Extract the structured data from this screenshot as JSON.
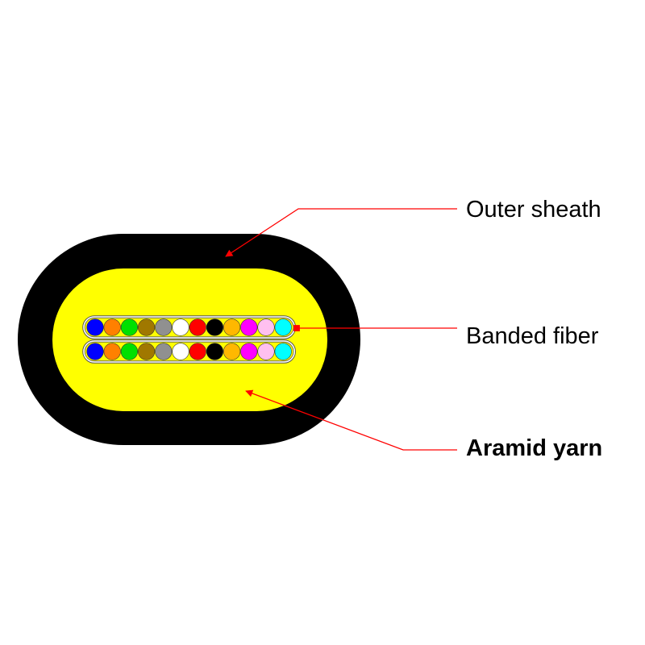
{
  "diagram": {
    "title": "Flat fiber optic cable cross-section",
    "colors": {
      "sheath": "#000000",
      "aramid": "#ffff00",
      "ribbon_outline": "#ffffff",
      "ribbon_border": "#555555",
      "leader": "#ff0000",
      "label_text": "#000000"
    },
    "labels": {
      "outer_sheath": "Outer sheath",
      "banded_fiber": "Banded fiber",
      "aramid_yarn": "Aramid yarn"
    },
    "ribbons": [
      {
        "name": "ribbon-1",
        "fiber_count": 12
      },
      {
        "name": "ribbon-2",
        "fiber_count": 12
      }
    ],
    "fibers": [
      {
        "name": "blue",
        "color": "#0000ff"
      },
      {
        "name": "orange",
        "color": "#ff8000"
      },
      {
        "name": "green",
        "color": "#00e000"
      },
      {
        "name": "brown",
        "color": "#a07800"
      },
      {
        "name": "gray",
        "color": "#909090"
      },
      {
        "name": "white",
        "color": "#ffffff"
      },
      {
        "name": "red",
        "color": "#ff0000"
      },
      {
        "name": "black",
        "color": "#000000"
      },
      {
        "name": "yellow",
        "color": "#ffb800"
      },
      {
        "name": "violet",
        "color": "#ff00ff"
      },
      {
        "name": "rose",
        "color": "#ffc0f0"
      },
      {
        "name": "aqua",
        "color": "#00ffff"
      }
    ]
  }
}
